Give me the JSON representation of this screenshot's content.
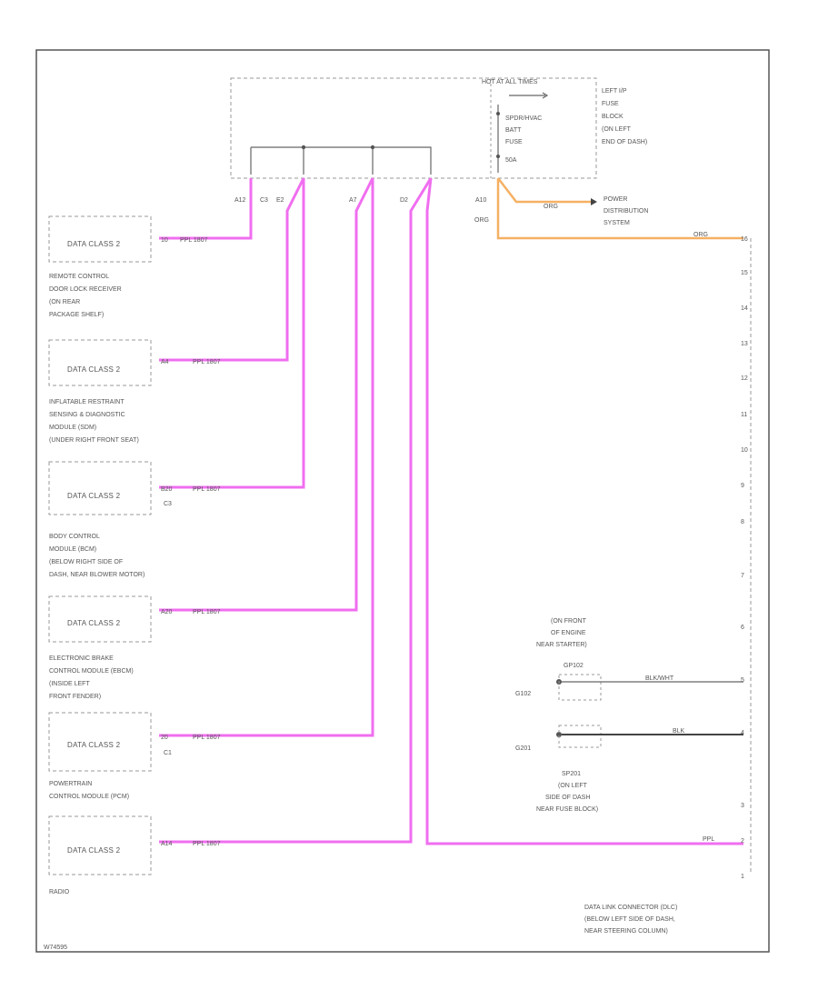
{
  "colors": {
    "pink_wire": "#f06ef0",
    "orange_wire": "#f5b063",
    "frame": "#555555"
  },
  "fuse_block": {
    "header": "HOT AT ALL TIMES",
    "fuse_label": [
      "SPDR/HVAC",
      "BATT",
      "FUSE",
      "50A"
    ],
    "location": [
      "LEFT I/P",
      "FUSE",
      "BLOCK",
      "(ON LEFT",
      "END OF DASH)"
    ],
    "pins": [
      "A12",
      "C3",
      "E2",
      "A7",
      "D2",
      "A10"
    ]
  },
  "power": {
    "wire": "ORG",
    "destination": [
      "POWER",
      "DISTRIBUTION",
      "SYSTEM"
    ]
  },
  "modules": [
    {
      "name": "DATA CLASS 2",
      "pin": "10",
      "wire": "PPL 1807",
      "connector": "",
      "desc": [
        "REMOTE CONTROL",
        "DOOR LOCK RECEIVER",
        "(ON REAR",
        "PACKAGE SHELF)"
      ]
    },
    {
      "name": "DATA CLASS 2",
      "pin": "A4",
      "wire": "PPL 1807",
      "connector": "",
      "desc": [
        "INFLATABLE RESTRAINT",
        "SENSING & DIAGNOSTIC",
        "MODULE (SDM)",
        "(UNDER RIGHT FRONT SEAT)"
      ]
    },
    {
      "name": "DATA CLASS 2",
      "pin": "B20",
      "wire": "PPL 1807",
      "connector": "C3",
      "desc": [
        "BODY CONTROL",
        "MODULE (BCM)",
        "(BELOW RIGHT SIDE OF",
        "DASH, NEAR BLOWER MOTOR)"
      ]
    },
    {
      "name": "DATA CLASS 2",
      "pin": "A20",
      "wire": "PPL 1807",
      "connector": "",
      "desc": [
        "ELECTRONIC BRAKE",
        "CONTROL MODULE (EBCM)",
        "(INSIDE LEFT",
        "FRONT FENDER)"
      ]
    },
    {
      "name": "DATA CLASS 2",
      "pin": "20",
      "wire": "PPL 1807",
      "connector": "C1",
      "desc": [
        "POWERTRAIN",
        "CONTROL MODULE (PCM)"
      ]
    },
    {
      "name": "DATA CLASS 2",
      "pin": "A14",
      "wire": "PPL 1807",
      "connector": "",
      "desc": [
        "RADIO"
      ]
    }
  ],
  "dlc": {
    "pins": [
      "16",
      "15",
      "14",
      "13",
      "12",
      "11",
      "10",
      "9",
      "8",
      "7",
      "6",
      "5",
      "4",
      "3",
      "2",
      "1"
    ],
    "name": [
      "DATA LINK CONNECTOR (DLC)",
      "(BELOW LEFT SIDE OF DASH,",
      "NEAR STEERING COLUMN)"
    ]
  },
  "grounds": {
    "g102": {
      "id": "G102",
      "splice": "GP102",
      "wire": "BLK/WHT",
      "desc": [
        "(ON FRONT",
        "OF ENGINE",
        "NEAR STARTER)"
      ]
    },
    "g201": {
      "id": "G201",
      "splice": "SP201",
      "wire": "BLK",
      "desc": [
        "SP201",
        "(ON LEFT",
        "SIDE OF DASH",
        "NEAR FUSE BLOCK)"
      ]
    }
  },
  "radio_wire": "PPL",
  "pin16_wire": "ORG",
  "footer_code": "W74595"
}
